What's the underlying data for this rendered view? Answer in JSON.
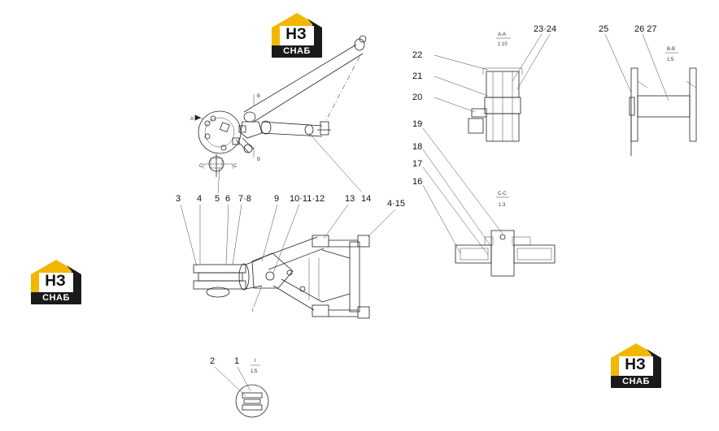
{
  "logos": [
    {
      "mark": "НЗ",
      "brand": "СНАБ"
    },
    {
      "mark": "НЗ",
      "brand": "СНАБ"
    },
    {
      "mark": "НЗ",
      "brand": "СНАБ"
    }
  ],
  "callouts": {
    "c1": "1",
    "c2": "2",
    "c3": "3",
    "c4": "4",
    "c5": "5",
    "c6": "6",
    "c78": "7·8",
    "c9": "9",
    "c1012": "10·11·12",
    "c13": "13",
    "c1415": "4·15",
    "c14": "14",
    "c16": "16",
    "c17": "17",
    "c18": "18",
    "c19": "19",
    "c20": "20",
    "c21": "21",
    "c22": "22",
    "c2324": "23·24",
    "c25": "25",
    "c2627": "26 27"
  },
  "views": {
    "aa_label": "A-A",
    "aa_scale": "1:10",
    "bb_label": "B-B",
    "bb_scale": "1:5",
    "cc_label": "C-C",
    "cc_scale": "1:3",
    "i_label": "I",
    "i_scale": "1:5",
    "sec_a": "A",
    "sec_b": "B",
    "sec_c": "C",
    "sec_i": "I"
  },
  "colors": {
    "logo_yellow": "#f2b705",
    "logo_dark": "#1a1a1a",
    "line": "#222222"
  }
}
